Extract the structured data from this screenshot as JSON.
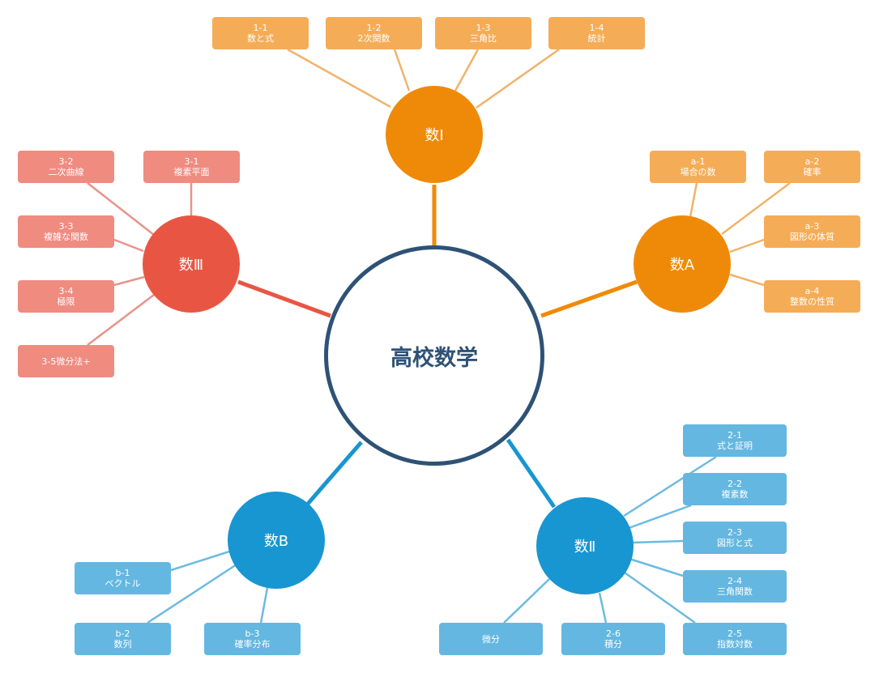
{
  "center": {
    "label": "高校数学",
    "color": "#2e5276"
  },
  "branches": [
    {
      "id": "math1",
      "label": "数Ⅰ",
      "color": "#ef8a08",
      "box_color": "#f5ac56",
      "line_color": "#f0b36b",
      "items": [
        {
          "code": "1-1",
          "label": "数と式"
        },
        {
          "code": "1-2",
          "label": "2次関数"
        },
        {
          "code": "1-3",
          "label": "三角比"
        },
        {
          "code": "1-4",
          "label": "統計"
        }
      ]
    },
    {
      "id": "mathA",
      "label": "数A",
      "color": "#ef8a08",
      "box_color": "#f5ac56",
      "line_color": "#f0b36b",
      "items": [
        {
          "code": "a-1",
          "label": "場合の数"
        },
        {
          "code": "a-2",
          "label": "確率"
        },
        {
          "code": "a-3",
          "label": "図形の体質"
        },
        {
          "code": "a-4",
          "label": "整数の性質"
        }
      ]
    },
    {
      "id": "math3",
      "label": "数Ⅲ",
      "color": "#e85643",
      "box_color": "#f08b80",
      "line_color": "#e8938a",
      "items": [
        {
          "code": "3-1",
          "label": "複素平面"
        },
        {
          "code": "3-2",
          "label": "二次曲線"
        },
        {
          "code": "3-3",
          "label": "複雑な関数"
        },
        {
          "code": "3-4",
          "label": "極限"
        },
        {
          "code": "",
          "label": "3-5微分法+"
        }
      ]
    },
    {
      "id": "mathB",
      "label": "数B",
      "color": "#1896d1",
      "box_color": "#64b7e0",
      "line_color": "#6cbbe0",
      "items": [
        {
          "code": "b-1",
          "label": "ベクトル"
        },
        {
          "code": "b-2",
          "label": "数列"
        },
        {
          "code": "b-3",
          "label": "確率分布"
        }
      ]
    },
    {
      "id": "math2",
      "label": "数Ⅱ",
      "color": "#1896d1",
      "box_color": "#64b7e0",
      "line_color": "#6cbbe0",
      "items": [
        {
          "code": "2-1",
          "label": "式と証明"
        },
        {
          "code": "2-2",
          "label": "複素数"
        },
        {
          "code": "2-3",
          "label": "図形と式"
        },
        {
          "code": "2-4",
          "label": "三角関数"
        },
        {
          "code": "2-5",
          "label": "指数対数"
        },
        {
          "code": "2-6",
          "label": "積分"
        },
        {
          "code": "",
          "label": "微分"
        }
      ]
    }
  ]
}
